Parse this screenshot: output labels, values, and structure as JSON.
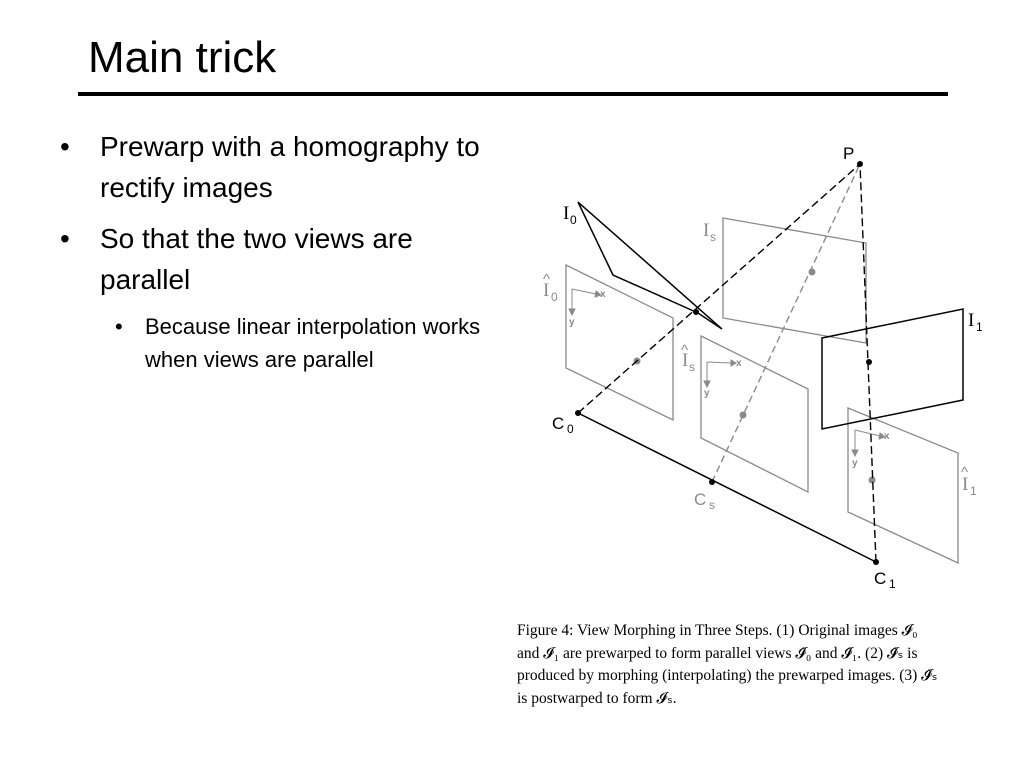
{
  "slide": {
    "title": "Main trick",
    "bullets": [
      {
        "text": "Prewarp with a homography to rectify images"
      },
      {
        "text": "So that the two views are parallel"
      }
    ],
    "sub_bullets": [
      {
        "text": "Because linear interpolation works when views are parallel"
      }
    ],
    "bullet_char": "•"
  },
  "figure": {
    "labels": {
      "P": "P",
      "I0": "I",
      "I0_sub": "0",
      "Is": "I",
      "Is_sub": "s",
      "I1": "I",
      "I1_sub": "1",
      "I0_hat": "I",
      "I0_hat_sub": "0",
      "Is_hat": "I",
      "Is_hat_sub": "s",
      "I1_hat": "I",
      "I1_hat_sub": "1",
      "C0": "C",
      "C0_sub": "0",
      "Cs": "C",
      "Cs_sub": "s",
      "C1": "C",
      "C1_sub": "1",
      "axis_x": "x",
      "axis_y": "y",
      "hat": "^"
    },
    "caption_lines": [
      "Figure 4:  View Morphing in Three Steps.  (1) Original images 𝓘₀",
      "and 𝓘₁ are prewarped to form parallel views 𝓘̂₀ and 𝓘̂₁.  (2) 𝓘̂ₛ is",
      "produced by morphing (interpolating) the prewarped images. (3) 𝓘̂ₛ",
      "is postwarped to form 𝓘ₛ."
    ]
  },
  "colors": {
    "dark": "#000000",
    "gray": "#8a8a8a"
  }
}
